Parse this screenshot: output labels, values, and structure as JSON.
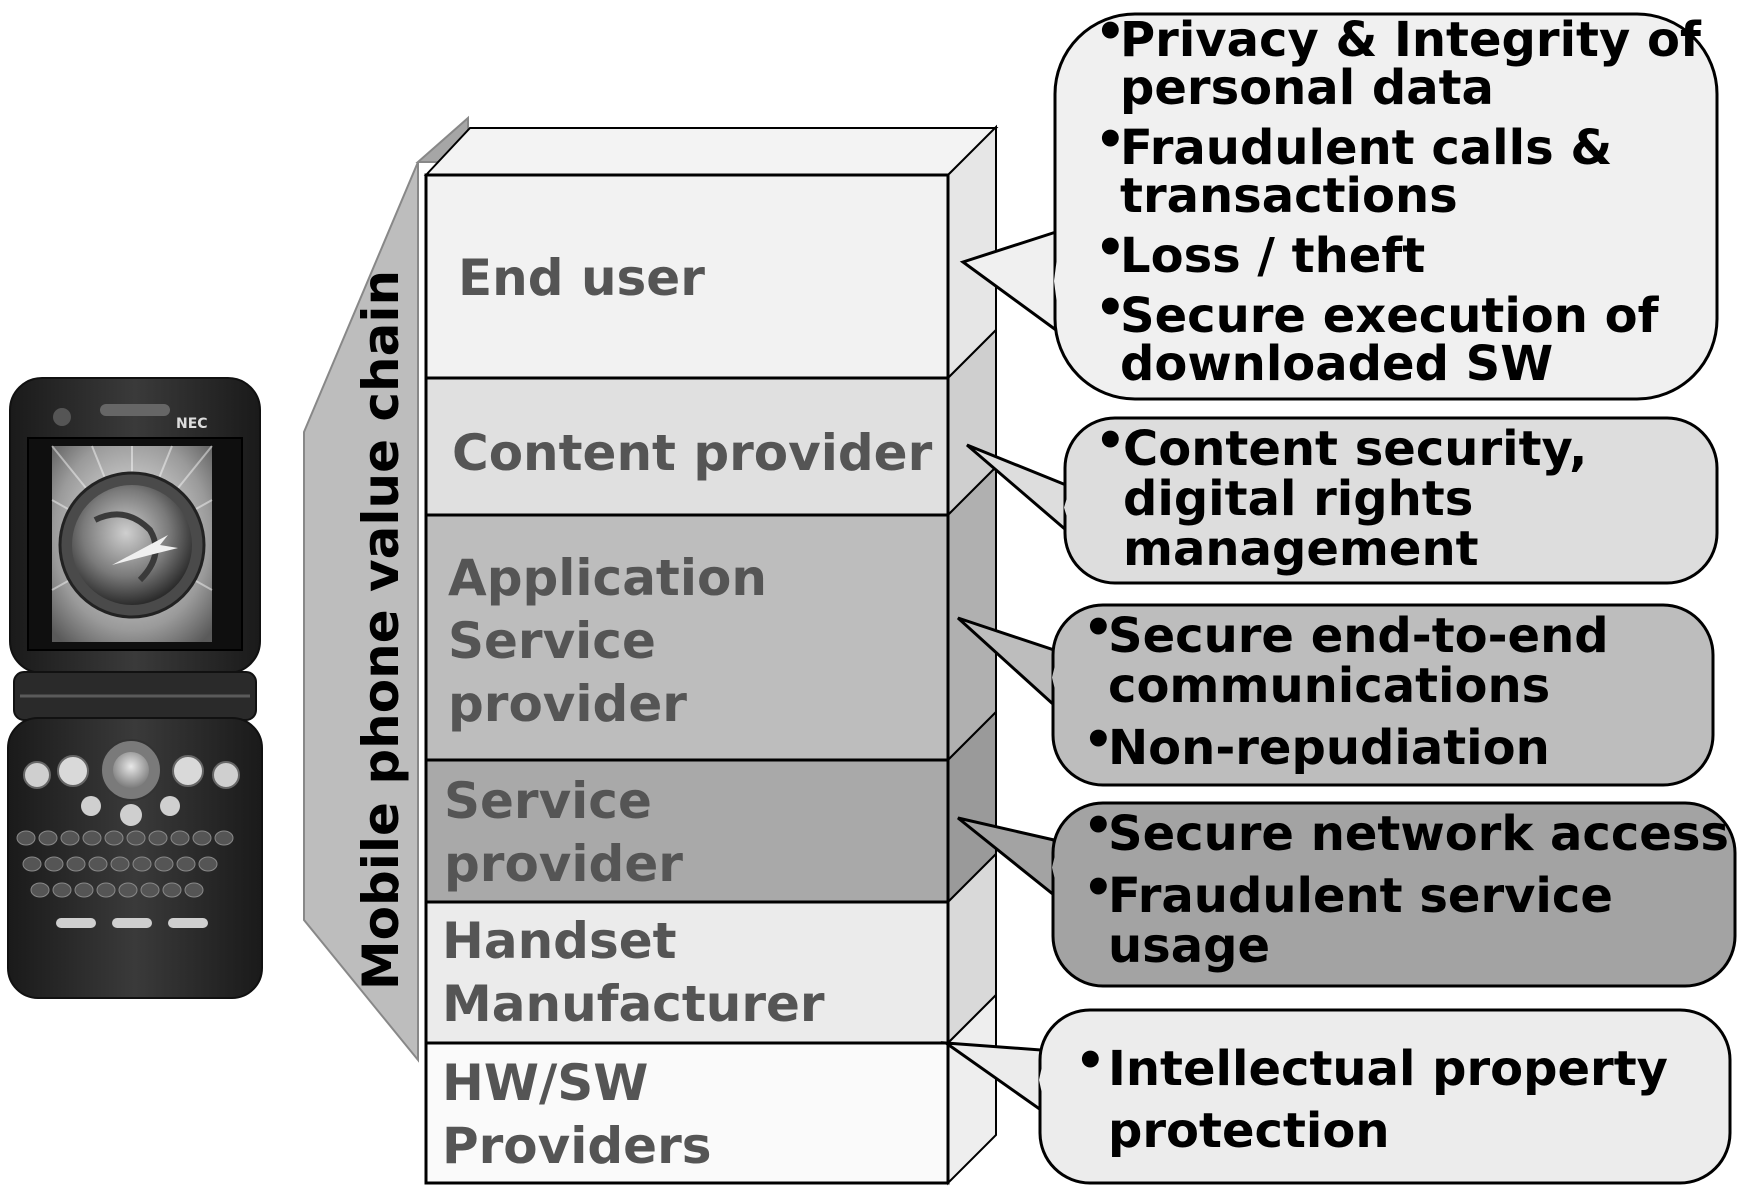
{
  "axis_label": "Mobile phone value chain",
  "phone": {
    "brand": "NEC"
  },
  "layers": [
    {
      "id": "end-user",
      "lines": [
        "End user"
      ],
      "fill": "#f2f2f2"
    },
    {
      "id": "content-provider",
      "lines": [
        "Content provider"
      ],
      "fill": "#e0e0e0"
    },
    {
      "id": "application-service-provider",
      "lines": [
        "Application",
        "Service",
        "provider"
      ],
      "fill": "#bdbdbd"
    },
    {
      "id": "service-provider",
      "lines": [
        "Service",
        "provider"
      ],
      "fill": "#a9a9a9"
    },
    {
      "id": "handset-manufacturer",
      "lines": [
        "Handset",
        "Manufacturer"
      ],
      "fill": "#ebebeb"
    },
    {
      "id": "hw-sw-providers",
      "lines": [
        "HW/SW",
        "Providers"
      ],
      "fill": "#fafafa"
    }
  ],
  "bubbles": [
    {
      "id": "end-user-concerns",
      "fill": "#f0f0f0",
      "items": [
        [
          "Privacy & Integrity of",
          "personal data"
        ],
        [
          "Fraudulent calls &",
          "transactions"
        ],
        [
          "Loss / theft"
        ],
        [
          "Secure execution of",
          "downloaded SW"
        ]
      ]
    },
    {
      "id": "content-provider-concerns",
      "fill": "#dddddd",
      "items": [
        [
          "Content security,",
          "digital rights",
          "management"
        ]
      ]
    },
    {
      "id": "application-service-provider-concerns",
      "fill": "#bdbdbd",
      "items": [
        [
          "Secure end-to-end",
          "communications"
        ],
        [
          "Non-repudiation"
        ]
      ]
    },
    {
      "id": "service-provider-concerns",
      "fill": "#a3a3a3",
      "items": [
        [
          "Secure network access"
        ],
        [
          "Fraudulent service",
          "usage"
        ]
      ]
    },
    {
      "id": "hw-sw-provider-concerns",
      "fill": "#ececec",
      "items": [
        [
          "Intellectual property",
          "protection"
        ]
      ]
    }
  ]
}
